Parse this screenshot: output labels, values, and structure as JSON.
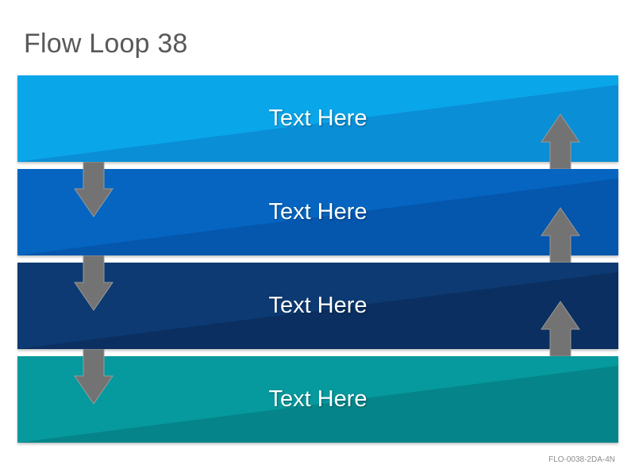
{
  "title": "Flow Loop 38",
  "bands": [
    {
      "label": "Text Here",
      "color": "#0aa6ea",
      "shade": "#0a8ed6"
    },
    {
      "label": "Text Here",
      "color": "#0565c1",
      "shade": "#0556ad"
    },
    {
      "label": "Text Here",
      "color": "#0d3a72",
      "shade": "#0a2f60"
    },
    {
      "label": "Text Here",
      "color": "#06999d",
      "shade": "#058589"
    }
  ],
  "arrows": {
    "left_direction": "down",
    "right_direction": "up",
    "color": "#737373"
  },
  "footer_code": "FLO-0038-2DA-4N"
}
